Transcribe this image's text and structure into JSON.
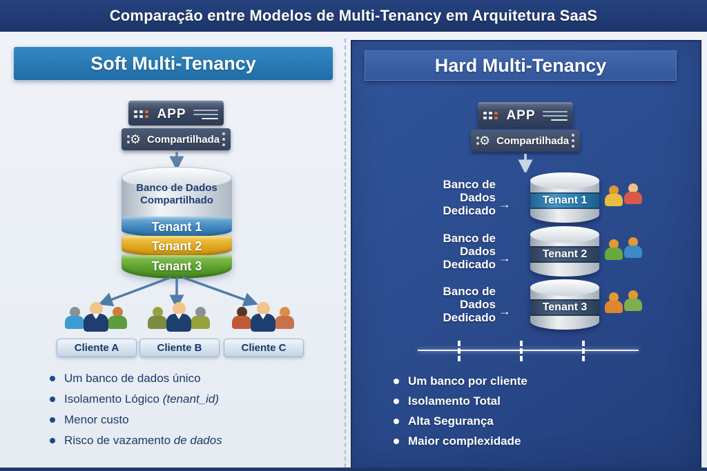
{
  "header": {
    "title": "Comparação entre Modelos de Multi-Tenancy em Arquitetura SaaS"
  },
  "icons": {
    "gear": "⚙",
    "arrow_right": "→",
    "bullet": "•"
  },
  "colors": {
    "header_bg": "#1d3569",
    "left_banner_bg": "#2478b5",
    "right_panel_bg": "#2b4a8c",
    "right_banner_bg": "#3a5da4",
    "tenant1_left_band": "#3e86bd",
    "tenant2_left_band": "#dfa51e",
    "tenant3_left_band": "#58a02c",
    "tenant1_right_band": "#2a7cb2",
    "tenant23_right_band": "#3a5170",
    "left_text": "#1b3a6b",
    "right_text": "#ffffff"
  },
  "left_panel": {
    "title": "Soft Multi-Tenancy",
    "server": {
      "app": "APP",
      "shared": "Compartilhada"
    },
    "database": {
      "title_line1": "Banco de Dados",
      "title_line2": "Compartilhado",
      "tenants": [
        "Tenant 1",
        "Tenant 2",
        "Tenant 3"
      ]
    },
    "clients": [
      "Cliente A",
      "Cliente B",
      "Cliente C"
    ],
    "bullets": [
      {
        "lead": "Um banco de dados único",
        "italic": ""
      },
      {
        "lead": "Isolamento Lógico ",
        "italic": "(tenant_id)"
      },
      {
        "lead": "Menor custo",
        "italic": ""
      },
      {
        "lead": "Risco de vazamento ",
        "italic": "de dados"
      }
    ]
  },
  "right_panel": {
    "title": "Hard Multi-Tenancy",
    "server": {
      "app": "APP",
      "shared": "Compartilhada"
    },
    "db_label": {
      "line1": "Banco de",
      "line2": "Dados",
      "line3": "Dedicado"
    },
    "tenants": [
      "Tenant 1",
      "Tenant 2",
      "Tenant 3"
    ],
    "bullets": [
      "Um banco por cliente",
      "Isolamento Total",
      "Alta Segurança",
      "Maior complexidade"
    ]
  }
}
